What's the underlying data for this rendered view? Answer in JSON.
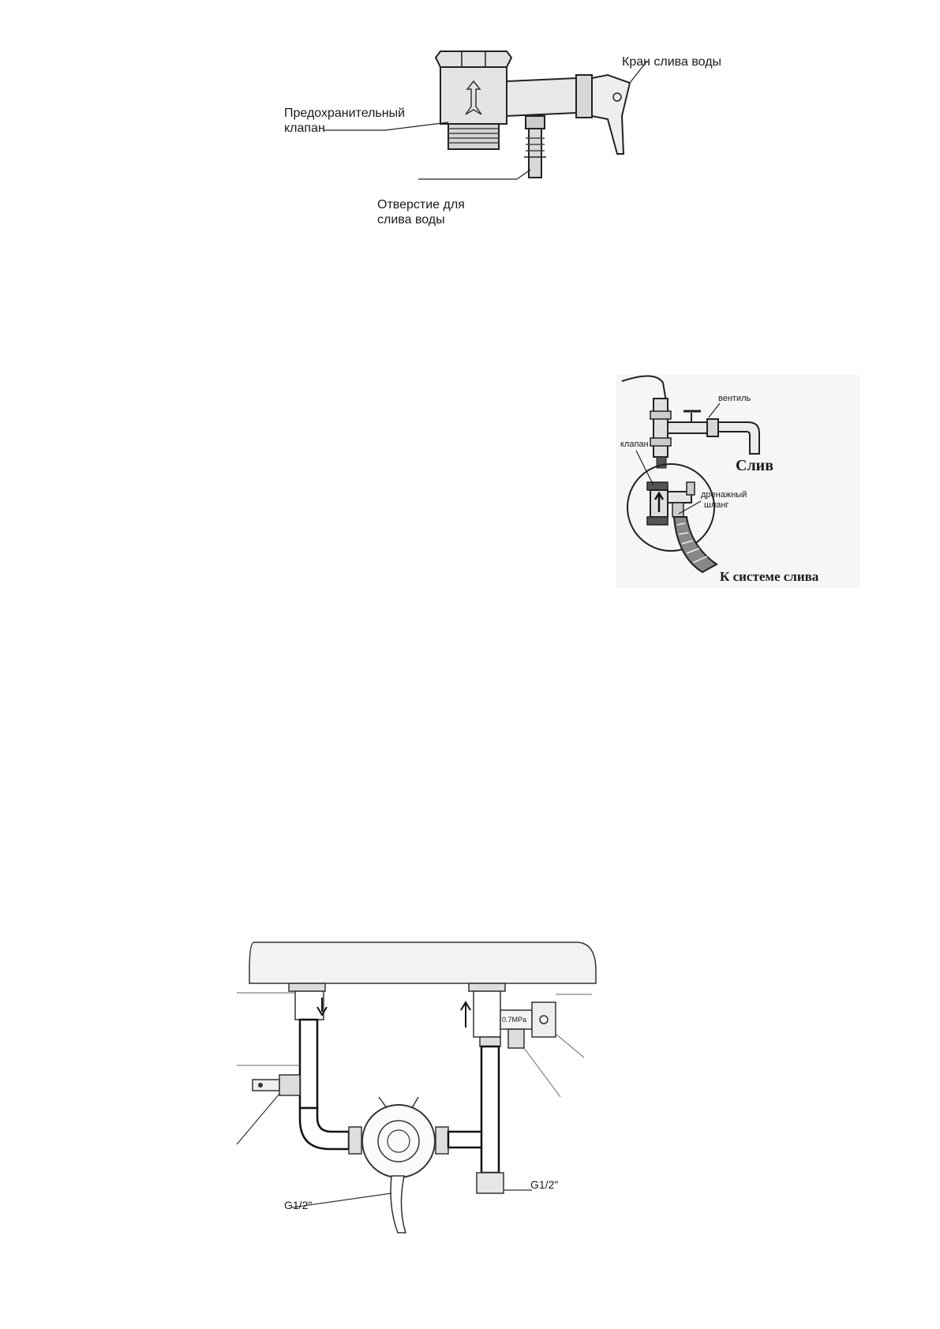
{
  "figure1": {
    "labels": {
      "drain_tap": "Кран слива воды",
      "safety_valve_line1": "Предохранительный",
      "safety_valve_line2": "клапан",
      "drain_hole_line1": "Отверстие для",
      "drain_hole_line2": "слива воды"
    }
  },
  "figure2": {
    "labels": {
      "ventil": "вентиль",
      "sliv": "Слив",
      "klapan": "клапан",
      "hose_line1": "дренажный",
      "hose_line2": "шланг",
      "to_drain_system": "К системе слива"
    }
  },
  "figure3": {
    "labels": {
      "thread_left": "G1/2\"",
      "thread_right": "G1/2\"",
      "pressure": "0.7MPa"
    }
  },
  "colors": {
    "line": "#222222",
    "fill_light": "#e6e6e6",
    "fill_mid": "#cfcfcf"
  }
}
